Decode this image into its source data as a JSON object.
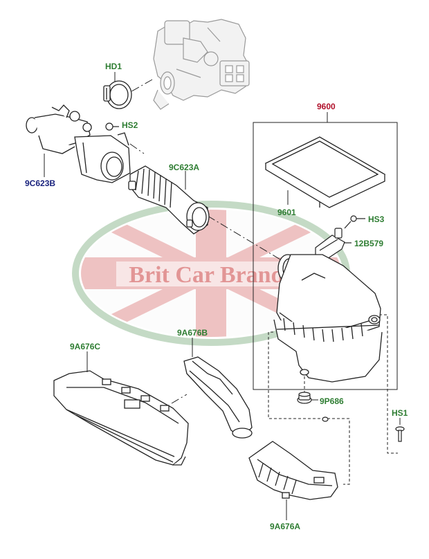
{
  "diagram": {
    "callouts": {
      "hd1": "HD1",
      "hs2": "HS2",
      "c9c623b": "9C623B",
      "c9c623a": "9C623A",
      "c9600": "9600",
      "c9601": "9601",
      "hs3": "HS3",
      "c12b579": "12B579",
      "c9a676c": "9A676C",
      "c9a676b": "9A676B",
      "c9p686": "9P686",
      "hs1": "HS1",
      "c9a676a": "9A676A"
    },
    "watermark": {
      "text": "Brit Car Brands"
    },
    "colors": {
      "label_green": "#2e7d32",
      "label_blue": "#1a237e",
      "label_red": "#b0102a",
      "line": "#222222",
      "part_gray": "#888888",
      "watermark_red": "#c62828",
      "watermark_green": "#2e7d32"
    }
  }
}
